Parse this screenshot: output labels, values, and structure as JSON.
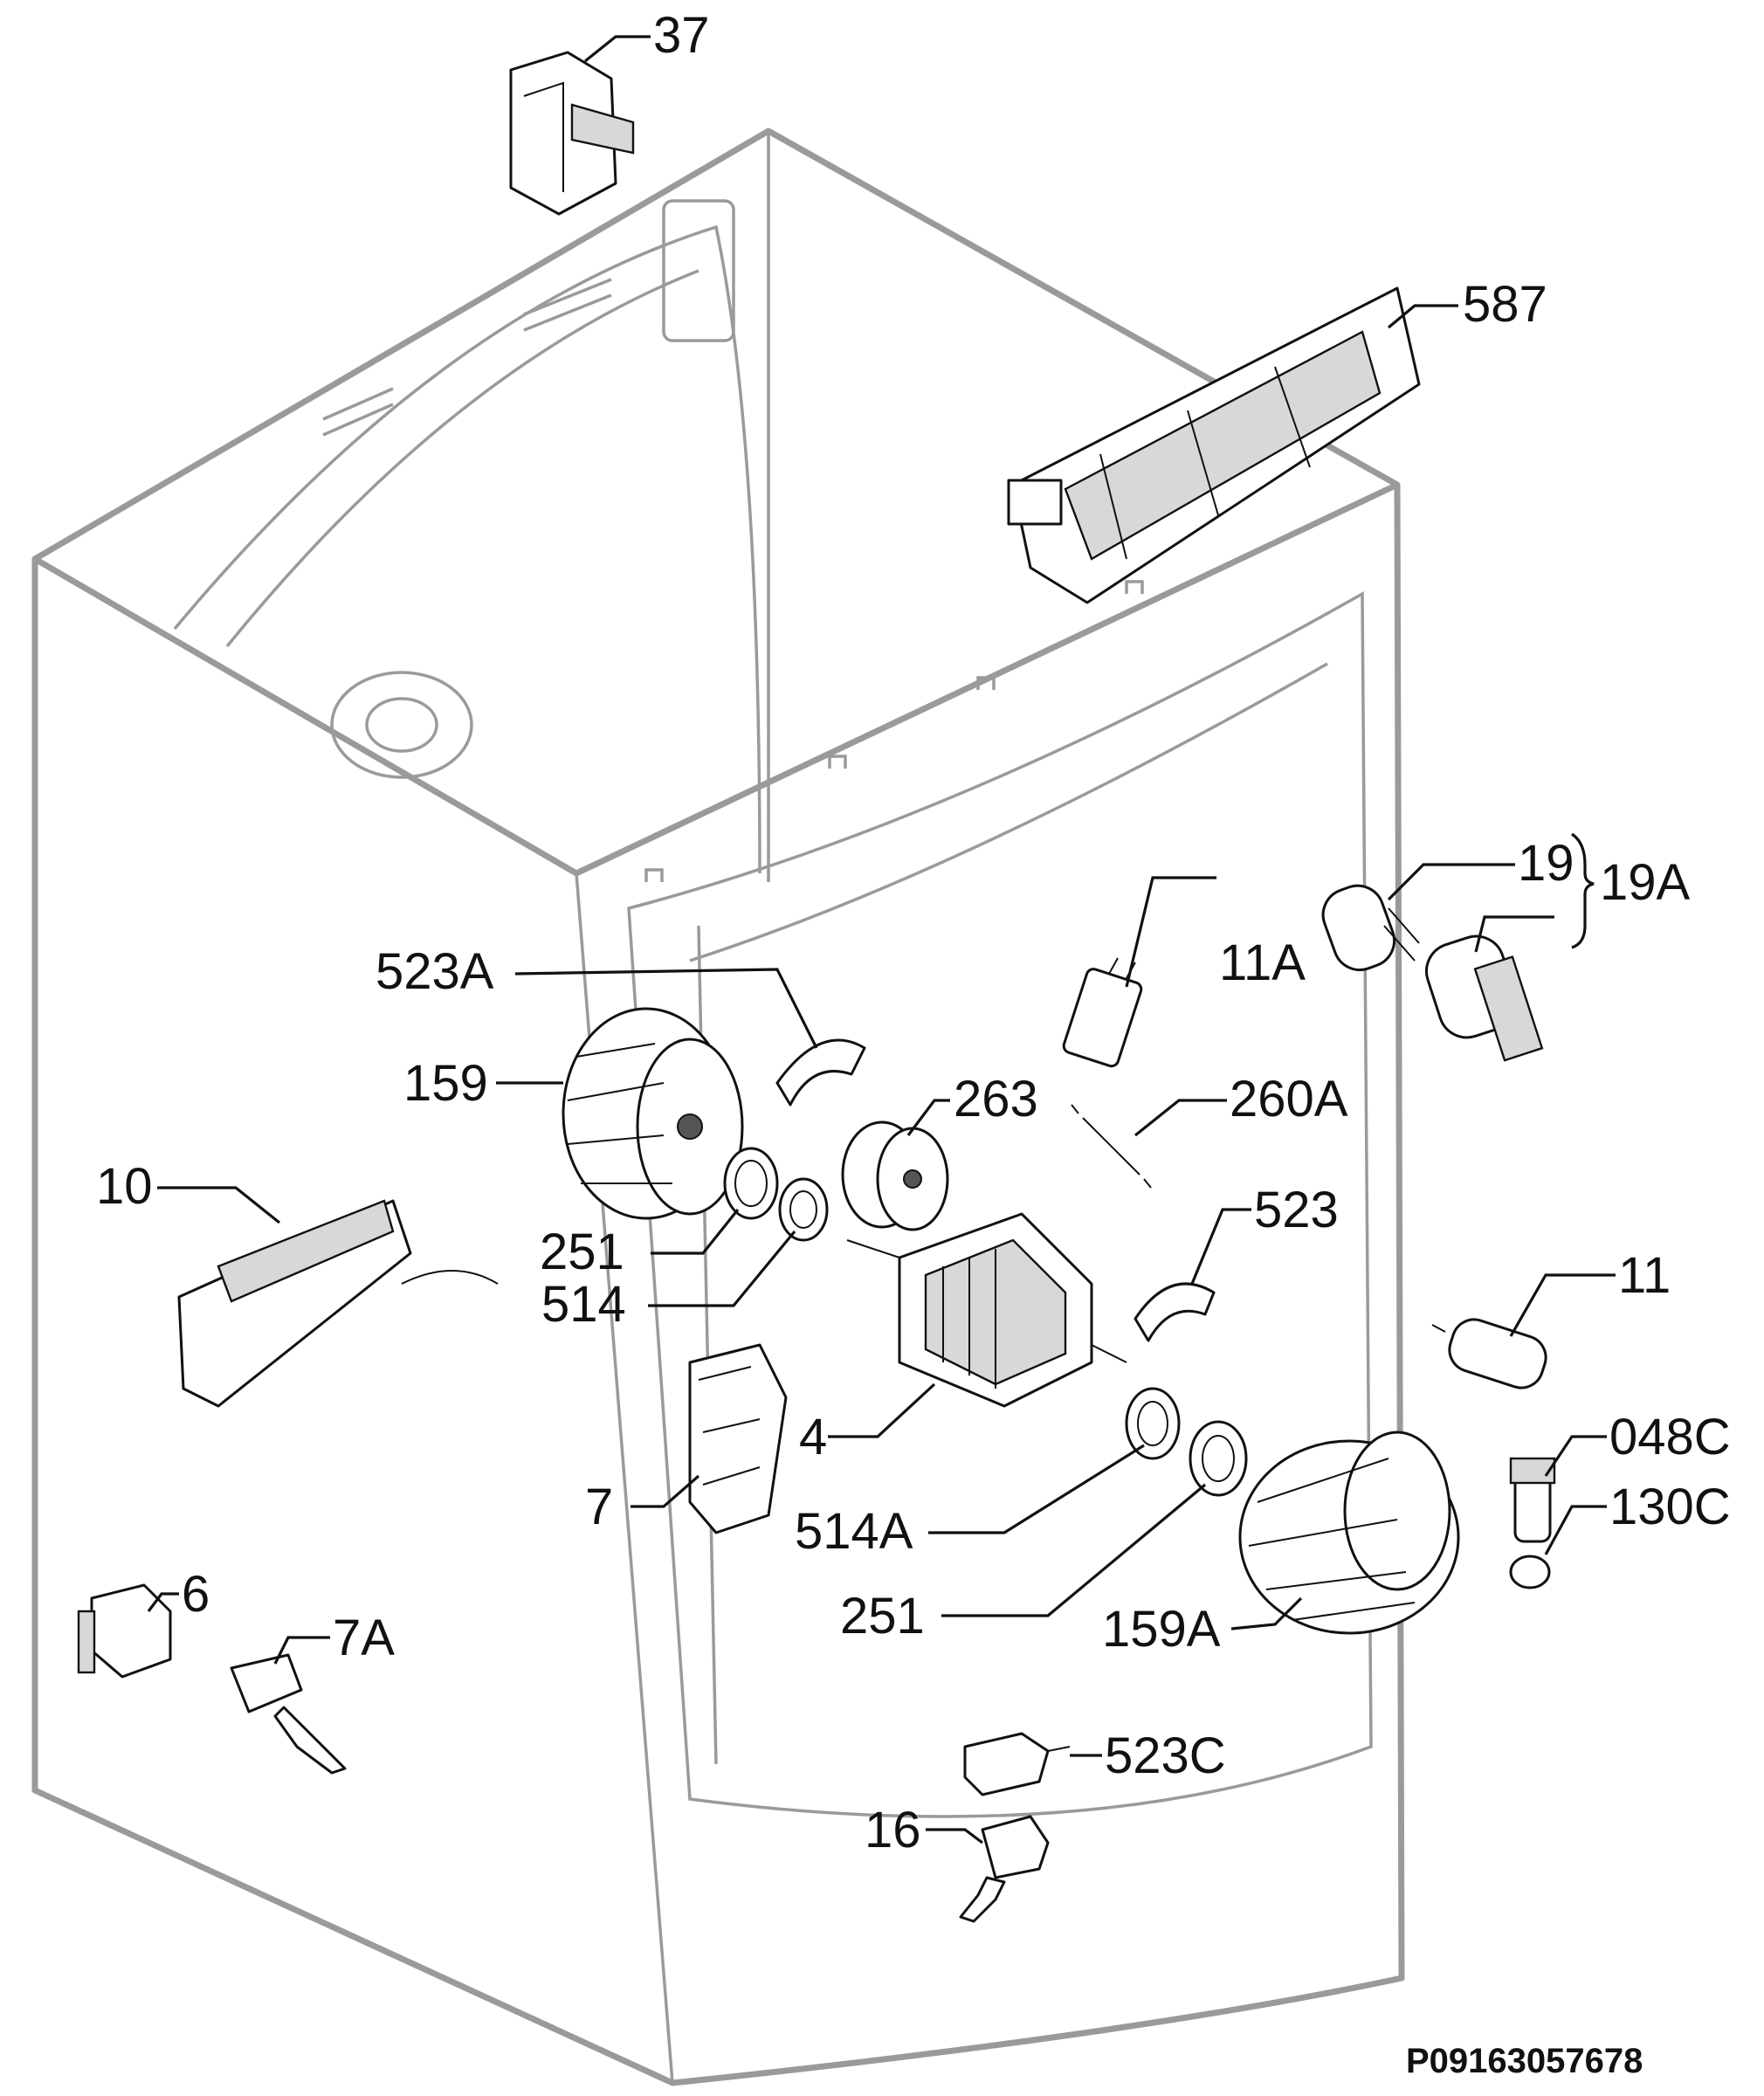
{
  "colors": {
    "background": "#ffffff",
    "label": "#111111",
    "cabinet": "#9a9a9a"
  },
  "labels": {
    "p37": "37",
    "p587": "587",
    "p19": "19",
    "p19A": "19A",
    "p11A": "11A",
    "p523A": "523A",
    "p159": "159",
    "p263": "263",
    "p260A": "260A",
    "p10": "10",
    "p523": "523",
    "p251_a": "251",
    "p514": "514",
    "p11": "11",
    "p4": "4",
    "p048C": "048C",
    "p7": "7",
    "p130C": "130C",
    "p514A": "514A",
    "p6": "6",
    "p7A": "7A",
    "p251_b": "251",
    "p159A": "159A",
    "p523C": "523C",
    "p16": "16"
  },
  "doc_id": "P09163057678"
}
